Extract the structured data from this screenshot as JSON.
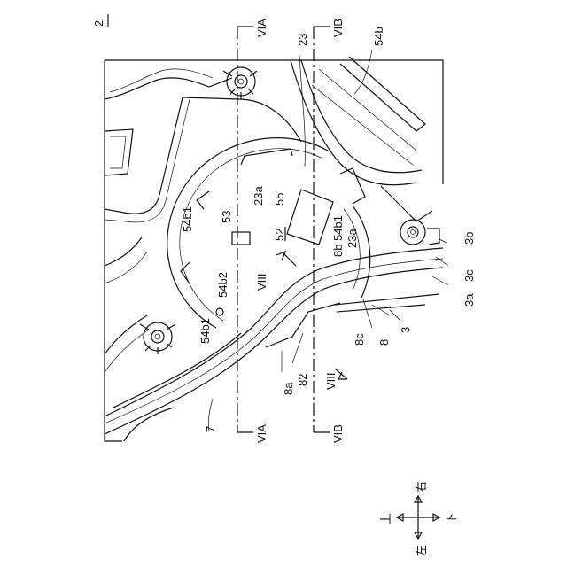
{
  "figure": {
    "figure_number": "2",
    "labels": {
      "l23": "23",
      "l54b_top": "54b",
      "l23a_top": "23a",
      "l55": "55",
      "l54b1_left": "54b1",
      "l53": "53",
      "l52": "52",
      "l8b_54b1": "8b 54b1",
      "l23a_right": "23a",
      "l3b": "3b",
      "l3c": "3c",
      "l3a": "3a",
      "l54b2": "54b2",
      "l54b1_lower": "54b1",
      "l8c": "8c",
      "l8": "8",
      "l3": "3",
      "l8a": "8a",
      "l82": "82",
      "l7": "7"
    },
    "section_marks": {
      "via_top": "VIA",
      "vib_top": "VIB",
      "via_bottom": "VIA",
      "vib_bottom": "VIB",
      "viii_upper": "VIII",
      "viii_lower": "VIII"
    },
    "directions": {
      "up": "上",
      "down": "下",
      "right": "右",
      "left": "左"
    }
  }
}
